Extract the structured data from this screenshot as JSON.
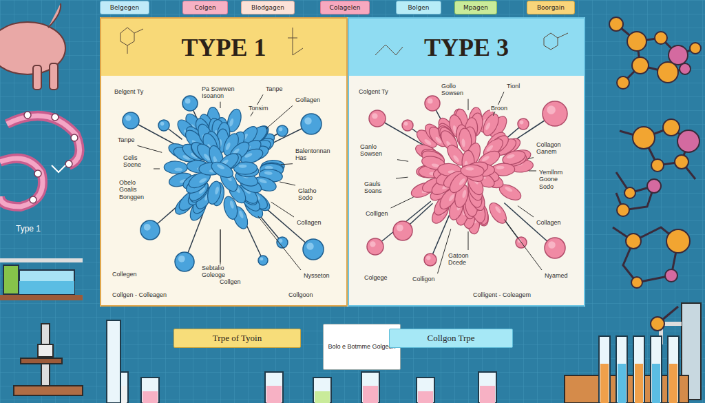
{
  "diagram": {
    "nodes": [
      {
        "text": [
          "Belgegen"
        ]
      },
      {
        "text": [
          "Colgen"
        ]
      },
      {
        "text": [
          "Blodgagen"
        ]
      },
      {
        "text": [
          "Colagelen"
        ]
      },
      {
        "text": [
          "Bolgen"
        ]
      },
      {
        "text": [
          "Mpagen"
        ]
      },
      {
        "text": [
          "Boorgain"
        ]
      },
      {
        "text": [
          "TYPE 1"
        ]
      },
      {
        "text": [
          "TYPE 3"
        ]
      },
      {
        "text": [
          "Trpe of Tyoin"
        ]
      },
      {
        "text": [
          "Bolo e Botmme Golgeen"
        ]
      },
      {
        "text": [
          "Collgon Trpe"
        ]
      }
    ],
    "labels": [
      "Belgent Ty",
      "Pa Sowwen Isoanon",
      "Tanpe",
      "Tonsim",
      "Gollagen",
      "Tanpe",
      "Gelis Soene",
      "Balentonnan Has",
      "Obelo Goalis Bonggen",
      "Glatho Sodo",
      "Collagen",
      "Sebtalio Goleoge",
      "Collegen",
      "Collgen",
      "Nysseton",
      "Collgen - Colleagen",
      "Collgoon",
      "Colgent Ty",
      "Gollo Sowsen",
      "Tionl",
      "Broon",
      "Collagon Ganem",
      "Ganlo Sowsen",
      "Gauls Soans",
      "Yemllnm Goone Sodo",
      "Colllgen",
      "Collagen",
      "Gatoon Dcede",
      "Colgege",
      "Colligon",
      "Nyamed",
      "Colligent - Coleagem",
      "Type 1"
    ]
  }
}
